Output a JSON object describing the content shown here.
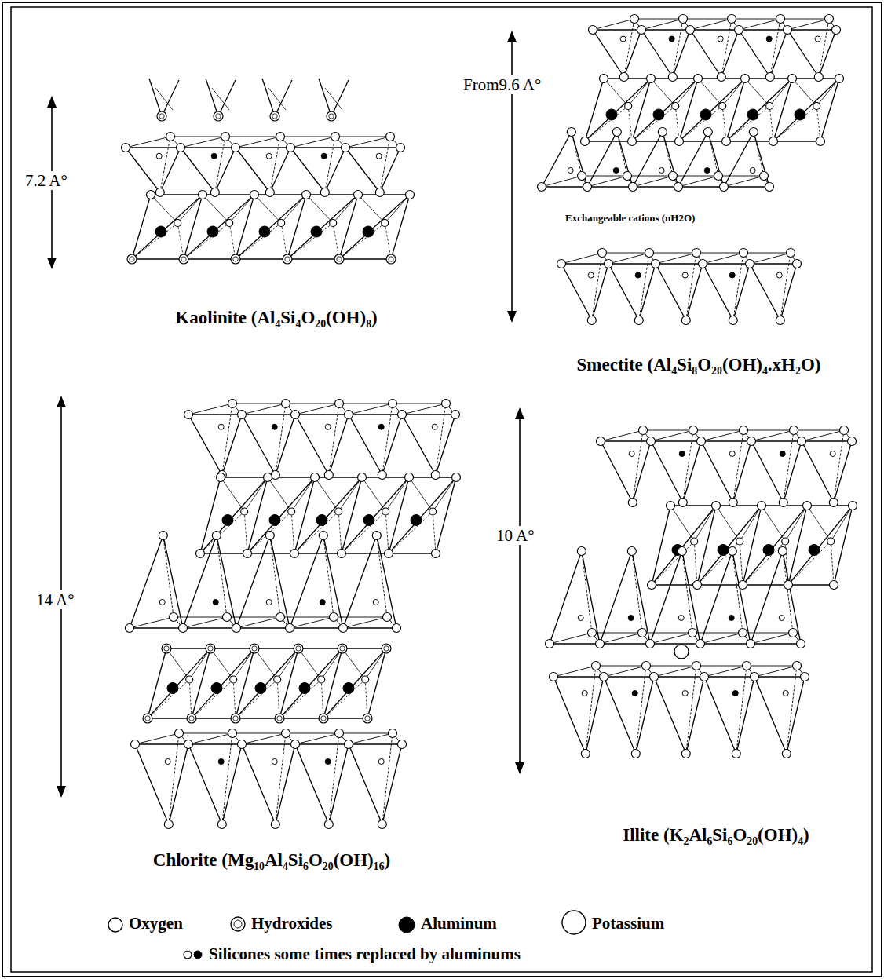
{
  "diagram": {
    "labels": [
      "7.2 A°",
      "From9.6 A°",
      "Exchangeable cations (nH2O)",
      "Kaolinite (Al₄Si₄O₂₀(OH)₈)",
      "Smectite (Al₄Si₈O₂₀(OH)₄.xH₂O)",
      "14 A°",
      "10 A°",
      "Chlorite (Mg₁₀Al₄Si₆O₂₀(OH)₁₆)",
      "Illite (K₂Al₆Si₆O₂₀(OH)₄)"
    ],
    "legend": [
      {
        "text": "Oxygen"
      },
      {
        "text": "Hydroxides"
      },
      {
        "text": "Aluminum"
      },
      {
        "text": "Potassium"
      },
      {
        "text": "Silicones some times replaced by aluminums"
      }
    ]
  }
}
